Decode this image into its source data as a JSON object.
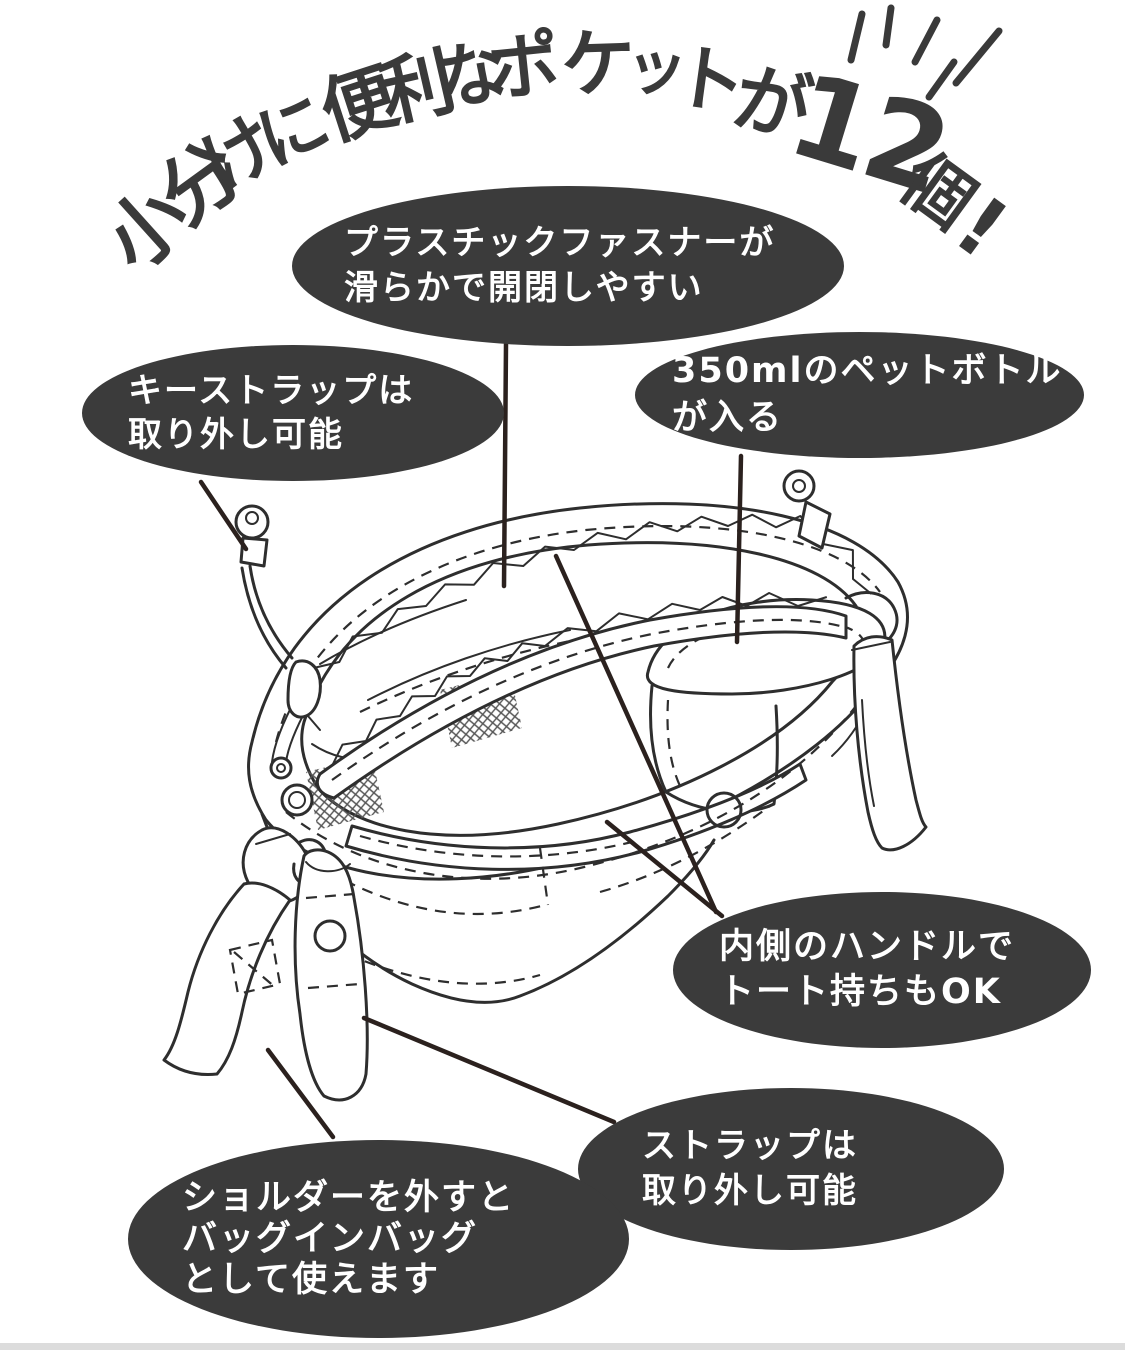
{
  "title": {
    "arc_text": "小分けに便利なポケットが",
    "count": "12",
    "counter": "個",
    "exclamation": "!"
  },
  "callouts": {
    "fastener": {
      "lines": [
        "プラスチックファスナーが",
        "滑らかで開閉しやすい"
      ]
    },
    "key_strap": {
      "lines": [
        "キーストラップは",
        "取り外し可能"
      ]
    },
    "bottle": {
      "lines": [
        "350mlのペットボトル",
        "が入る"
      ]
    },
    "inner_handle": {
      "lines": [
        "内側のハンドルで",
        "トート持ちもOK"
      ]
    },
    "strap": {
      "lines": [
        "ストラップは",
        "取り外し可能"
      ]
    },
    "shoulder": {
      "lines": [
        "ショルダーを外すと",
        "バッグインバッグ",
        "として使えます"
      ]
    }
  },
  "colors": {
    "bubble_fill": "#3b3b3b",
    "bubble_text": "#ffffff",
    "title_text": "#3a3a3a",
    "line_art": "#2e2e2e",
    "callout_line": "#2b211e",
    "footer_strip": "#dcdcdc"
  }
}
